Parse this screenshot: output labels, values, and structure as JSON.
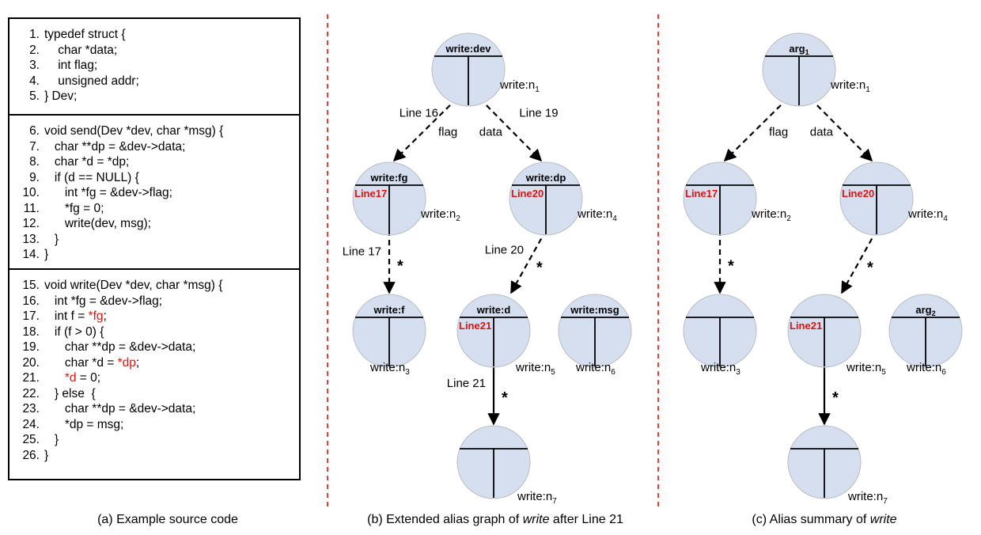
{
  "code_boxes": [
    {
      "id": "struct",
      "lines": [
        {
          "num": "1.",
          "text": "typedef struct {"
        },
        {
          "num": "2.",
          "text": "    char *data;"
        },
        {
          "num": "3.",
          "text": "    int flag;"
        },
        {
          "num": "4.",
          "text": "    unsigned addr;"
        },
        {
          "num": "5.",
          "text": "} Dev;"
        }
      ]
    },
    {
      "id": "send",
      "lines": [
        {
          "num": "6.",
          "text": "void send(Dev *dev, char *msg) {"
        },
        {
          "num": "7.",
          "text": "   char **dp = &dev->data;"
        },
        {
          "num": "8.",
          "text": "   char *d = *dp;"
        },
        {
          "num": "9.",
          "text": "   if (d == NULL) {"
        },
        {
          "num": "10.",
          "text": "      int *fg = &dev->flag;"
        },
        {
          "num": "11.",
          "text": "      *fg = 0;"
        },
        {
          "num": "12.",
          "text": "      write(dev, msg);"
        },
        {
          "num": "13.",
          "text": "   }"
        },
        {
          "num": "14.",
          "text": "}"
        }
      ]
    },
    {
      "id": "write",
      "lines": [
        {
          "num": "15.",
          "text": "void write(Dev *dev, char *msg) {"
        },
        {
          "num": "16.",
          "text": "   int *fg = &dev->flag;"
        },
        {
          "num": "17.",
          "text": "   int f = ",
          "red": "*fg",
          "after": ";"
        },
        {
          "num": "18.",
          "text": "   if (f > 0) {"
        },
        {
          "num": "19.",
          "text": "      char **dp = &dev->data;"
        },
        {
          "num": "20.",
          "text": "      char *d = ",
          "red": "*dp",
          "after": ";"
        },
        {
          "num": "21.",
          "text": "      ",
          "red": "*d",
          "after": " = 0;"
        },
        {
          "num": "22.",
          "text": "   } else  {"
        },
        {
          "num": "23.",
          "text": "      char **dp = &dev->data;"
        },
        {
          "num": "24.",
          "text": "      *dp = msg;"
        },
        {
          "num": "25.",
          "text": "   }"
        },
        {
          "num": "26.",
          "text": "}"
        }
      ]
    }
  ],
  "captions": {
    "a": {
      "prefix": "(a) Example source code",
      "italic": "",
      "suffix": ""
    },
    "b": {
      "prefix": "(b) Extended alias graph of ",
      "italic": "write",
      "suffix": " after Line 21"
    },
    "c": {
      "prefix": "(c) Alias summary of ",
      "italic": "write",
      "suffix": ""
    }
  },
  "graph_b": {
    "nodes": [
      {
        "id": "n1",
        "title": "write:dev",
        "name": "write:n",
        "sub": "1",
        "line": ""
      },
      {
        "id": "n2",
        "title": "write:fg",
        "name": "write:n",
        "sub": "2",
        "line": "Line17"
      },
      {
        "id": "n4",
        "title": "write:dp",
        "name": "write:n",
        "sub": "4",
        "line": "Line20"
      },
      {
        "id": "n3",
        "title": "write:f",
        "name": "write:n",
        "sub": "3",
        "line": ""
      },
      {
        "id": "n5",
        "title": "write:d",
        "name": "write:n",
        "sub": "5",
        "line": "Line21"
      },
      {
        "id": "n6",
        "title": "write:msg",
        "name": "write:n",
        "sub": "6",
        "line": ""
      },
      {
        "id": "n7",
        "title": "",
        "name": "write:n",
        "sub": "7",
        "line": ""
      }
    ],
    "edges": [
      {
        "from": "n1",
        "to": "n2",
        "style": "dashed",
        "label": "Line 16",
        "field": "flag",
        "star": false
      },
      {
        "from": "n1",
        "to": "n4",
        "style": "dashed",
        "label": "Line 19",
        "field": "data",
        "star": false
      },
      {
        "from": "n2",
        "to": "n3",
        "style": "dashed",
        "label": "Line 17",
        "field": "",
        "star": true
      },
      {
        "from": "n4",
        "to": "n5",
        "style": "dashed",
        "label": "Line 20",
        "field": "",
        "star": true
      },
      {
        "from": "n5",
        "to": "n7",
        "style": "solid",
        "label": "Line 21",
        "field": "",
        "star": true
      }
    ]
  },
  "graph_c": {
    "nodes": [
      {
        "id": "n1",
        "title": "arg",
        "title_sub": "1",
        "name": "write:n",
        "sub": "1",
        "line": ""
      },
      {
        "id": "n2",
        "title": "",
        "name": "write:n",
        "sub": "2",
        "line": "Line17"
      },
      {
        "id": "n4",
        "title": "",
        "name": "write:n",
        "sub": "4",
        "line": "Line20"
      },
      {
        "id": "n3",
        "title": "",
        "name": "write:n",
        "sub": "3",
        "line": ""
      },
      {
        "id": "n5",
        "title": "",
        "name": "write:n",
        "sub": "5",
        "line": "Line21"
      },
      {
        "id": "n6",
        "title": "arg",
        "title_sub": "2",
        "name": "write:n",
        "sub": "6",
        "line": ""
      },
      {
        "id": "n7",
        "title": "",
        "name": "write:n",
        "sub": "7",
        "line": ""
      }
    ],
    "edges": [
      {
        "from": "n1",
        "to": "n2",
        "style": "dashed",
        "label": "",
        "field": "flag",
        "star": false
      },
      {
        "from": "n1",
        "to": "n4",
        "style": "dashed",
        "label": "",
        "field": "data",
        "star": false
      },
      {
        "from": "n2",
        "to": "n3",
        "style": "dashed",
        "label": "",
        "field": "",
        "star": true
      },
      {
        "from": "n4",
        "to": "n5",
        "style": "dashed",
        "label": "",
        "field": "",
        "star": true
      },
      {
        "from": "n5",
        "to": "n7",
        "style": "solid",
        "label": "",
        "field": "",
        "star": true
      }
    ]
  },
  "colors": {
    "node_fill": "#d6dff0",
    "node_stroke": "#b8bcc4",
    "highlight": "#e3120b",
    "separator": "#e3120b"
  }
}
